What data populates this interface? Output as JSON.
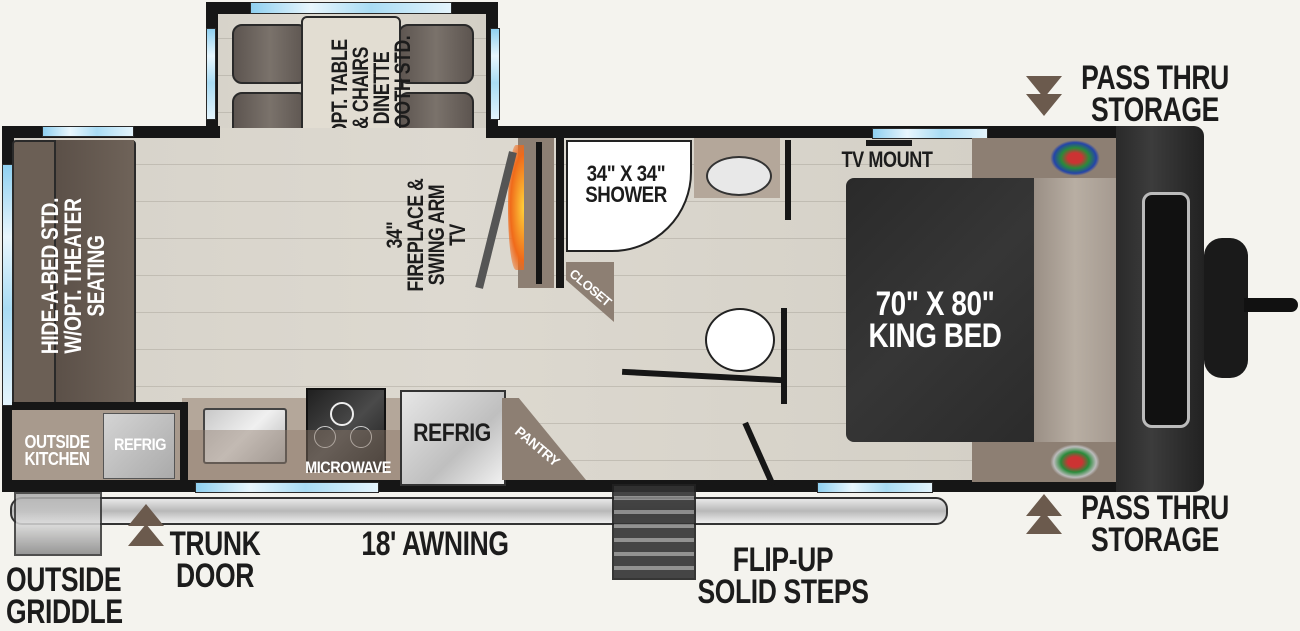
{
  "floorplan": {
    "rooms": {
      "sofa": "HIDE-A-BED STD.\nW/OPT. THEATER\nSEATING",
      "dinette": "OPT. TABLE\n& CHAIRS\nDINETTE\nBOOTH STD.",
      "fireplace": "34\"\nFIREPLACE &\nSWING ARM\nTV",
      "shower": "34\" X 34\"\nSHOWER",
      "closet": "CLOSET",
      "tv_mount": "TV MOUNT",
      "bed": "70\" X 80\"\nKING BED",
      "refrig": "REFRIG",
      "pantry": "PANTRY",
      "microwave": "MICROWAVE",
      "outside_kitchen": "OUTSIDE\nKITCHEN",
      "outside_refrig": "REFRIG"
    },
    "exterior": {
      "pass_thru_top": "PASS THRU\nSTORAGE",
      "pass_thru_bottom": "PASS THRU\nSTORAGE",
      "trunk_door": "TRUNK\nDOOR",
      "awning": "18' AWNING",
      "steps": "FLIP-UP\nSOLID STEPS",
      "griddle": "OUTSIDE\nGRIDDLE"
    },
    "colors": {
      "wall": "#161616",
      "floor": "#d8d4cb",
      "cabinet": "#8d7f73",
      "bed": "#2e2e2e",
      "window": "#a9dcf4",
      "background": "#f4f3ee"
    }
  }
}
